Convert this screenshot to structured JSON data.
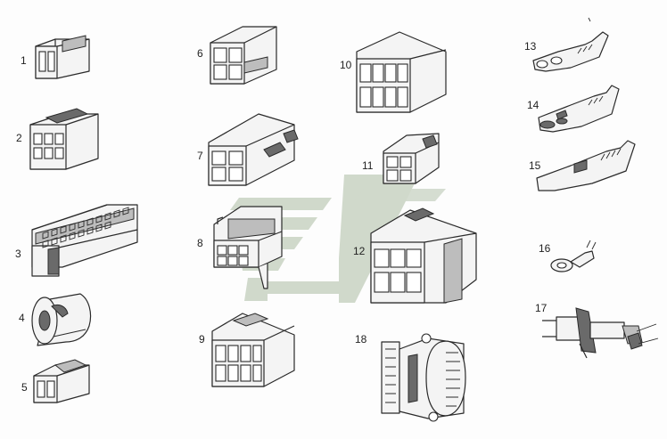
{
  "labels": {
    "p1": "1",
    "p2": "2",
    "p3": "3",
    "p4": "4",
    "p5": "5",
    "p6": "6",
    "p7": "7",
    "p8": "8",
    "p9": "9",
    "p10": "10",
    "p11": "11",
    "p12": "12",
    "p13": "13",
    "p14": "14",
    "p15": "15",
    "p16": "16",
    "p17": "17",
    "p18": "18"
  },
  "colors": {
    "watermark": "#c9d3c3",
    "ink": "#2a2a2a",
    "background": "#fdfdfd"
  }
}
